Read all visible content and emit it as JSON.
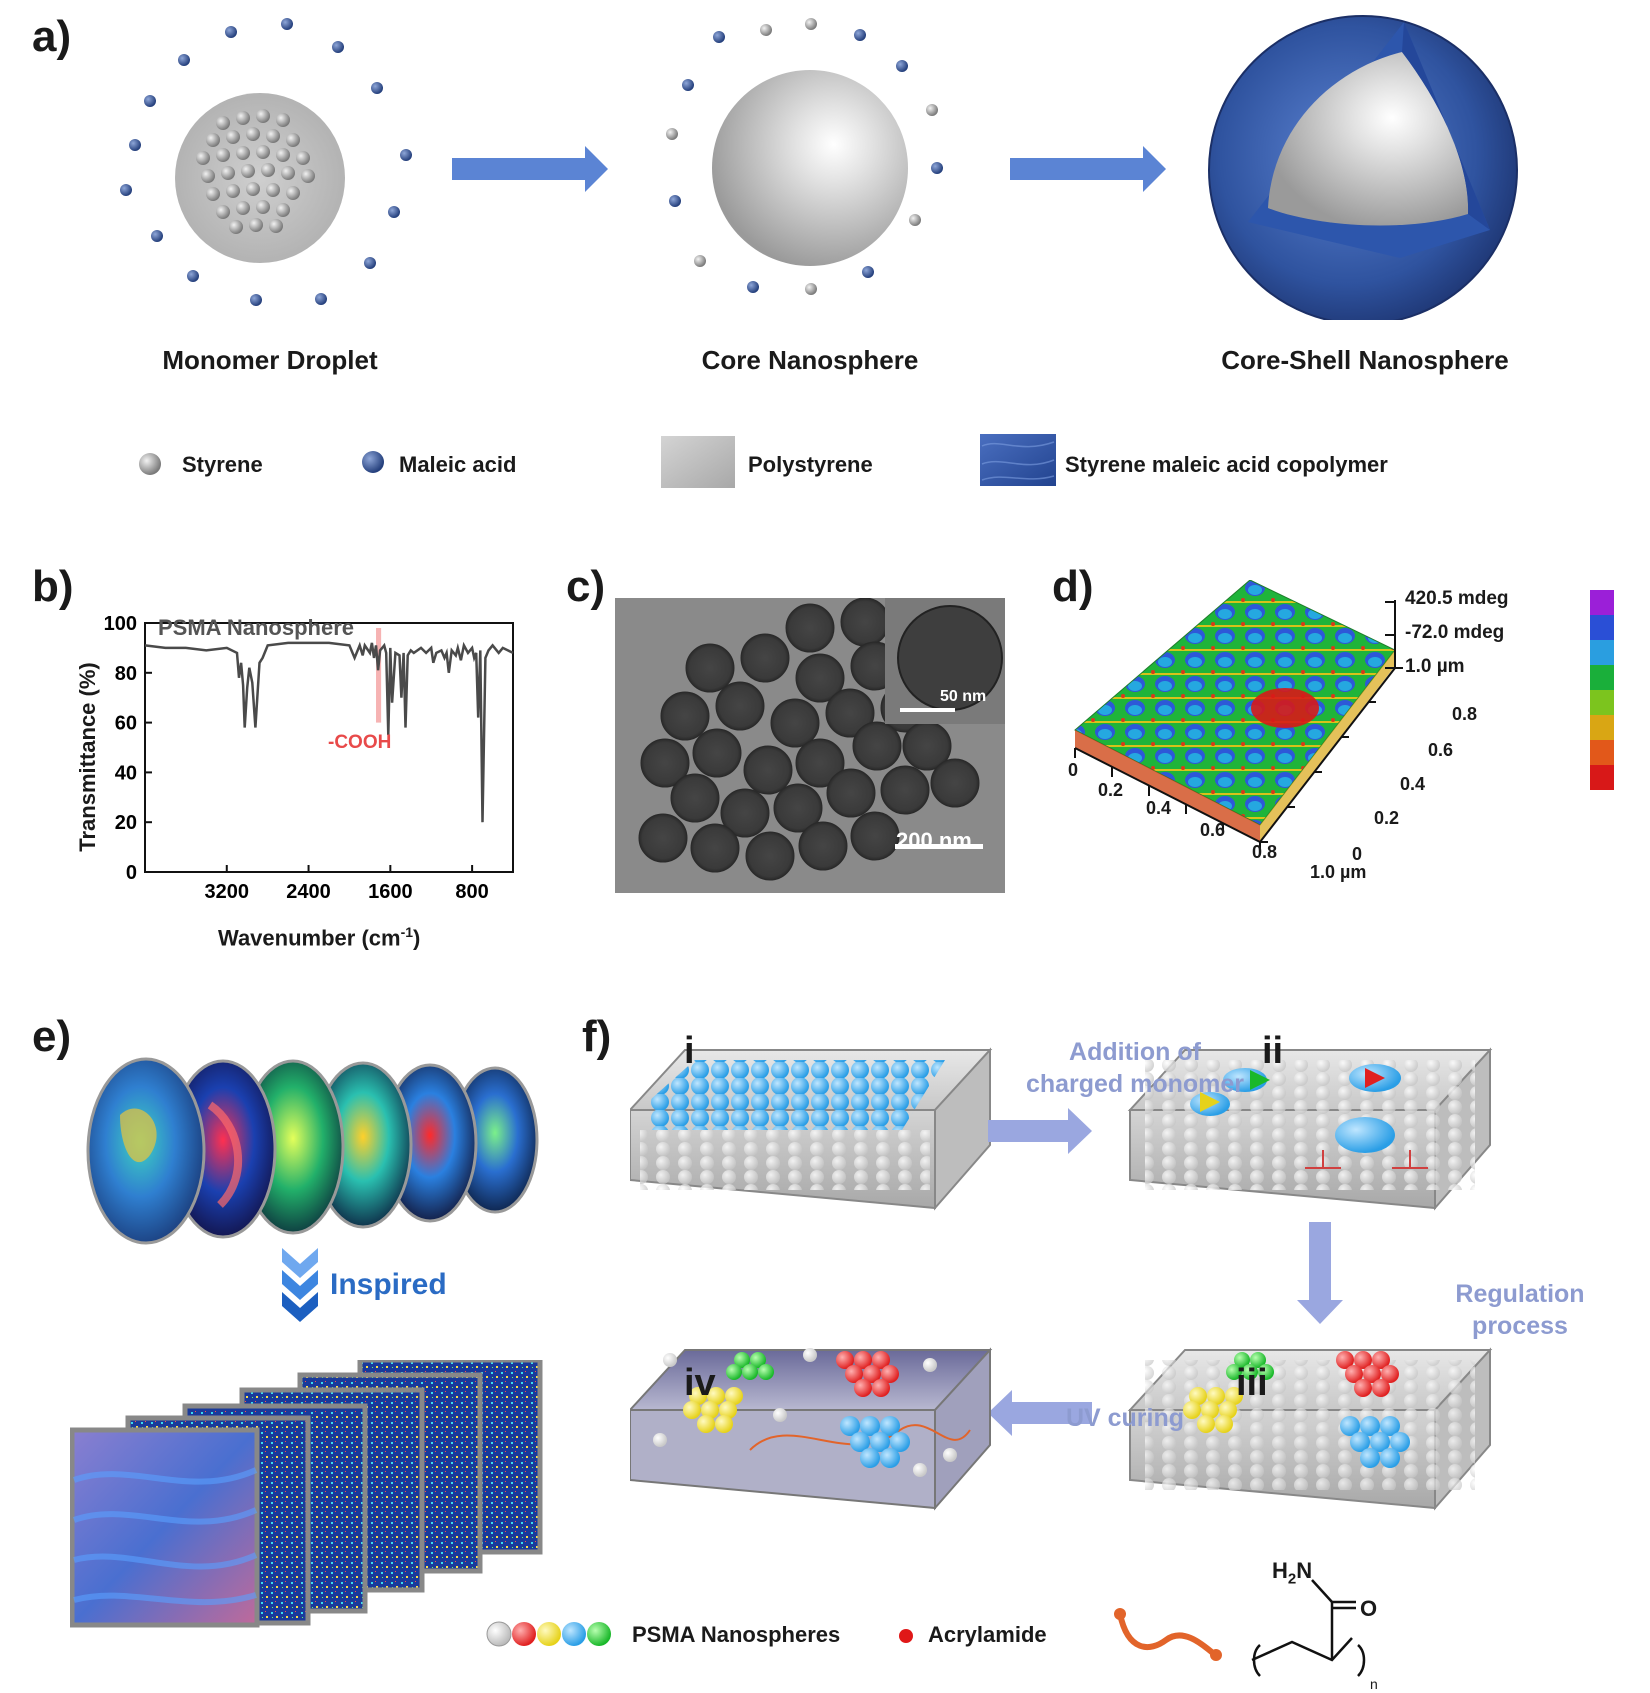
{
  "panels": {
    "a": "a)",
    "b": "b)",
    "c": "c)",
    "d": "d)",
    "e": "e)",
    "f": "f)"
  },
  "panel_a": {
    "captions": [
      "Monomer Droplet",
      "Core Nanosphere",
      "Core-Shell Nanosphere"
    ],
    "legend": {
      "styrene": "Styrene",
      "maleic_acid": "Maleic acid",
      "polystyrene": "Polystyrene",
      "copolymer": "Styrene maleic acid copolymer"
    },
    "colors": {
      "styrene": "#9a9a9a",
      "maleic_acid": "#3a5590",
      "arrow": "#5b84d4",
      "shell": "#2f4f9e"
    }
  },
  "panel_b": {
    "chart_data": {
      "type": "line",
      "title": "PSMA Nanosphere",
      "xlabel": "Wavenumber (cm",
      "xlabel_sup": "-1",
      "xlabel_end": ")",
      "ylabel": "Transmittance (%)",
      "xlim": [
        4000,
        400
      ],
      "ylim": [
        0,
        100
      ],
      "xticks": [
        "3200",
        "2400",
        "1600",
        "800"
      ],
      "yticks": [
        "0",
        "20",
        "40",
        "60",
        "80",
        "100"
      ],
      "annotation": "-COOH",
      "series": [
        {
          "x": [
            4000,
            3800,
            3600,
            3400,
            3200,
            3100,
            3080,
            3060,
            3040,
            3025,
            3000,
            2980,
            2950,
            2920,
            2880,
            2850,
            2800,
            2600,
            2400,
            2200,
            2000,
            1950,
            1900,
            1870,
            1850,
            1800,
            1780,
            1760,
            1740,
            1720,
            1700,
            1660,
            1640,
            1620,
            1600,
            1583,
            1550,
            1510,
            1492,
            1470,
            1452,
            1430,
            1400,
            1370,
            1300,
            1250,
            1200,
            1180,
            1150,
            1100,
            1070,
            1050,
            1028,
            1000,
            960,
            940,
            910,
            880,
            840,
            800,
            780,
            760,
            740,
            720,
            698,
            670,
            640,
            600,
            540,
            500,
            450,
            400
          ],
          "y": [
            91,
            90,
            90,
            89,
            90,
            88,
            78,
            84,
            75,
            58,
            74,
            82,
            76,
            58,
            84,
            86,
            91,
            92,
            92,
            92,
            91,
            86,
            91,
            87,
            91,
            88,
            92,
            86,
            91,
            81,
            89,
            91,
            88,
            55,
            90,
            68,
            88,
            87,
            70,
            88,
            58,
            87,
            89,
            88,
            90,
            88,
            90,
            84,
            88,
            89,
            86,
            88,
            80,
            89,
            87,
            90,
            85,
            91,
            88,
            90,
            86,
            88,
            62,
            89,
            20,
            86,
            89,
            91,
            88,
            90,
            89,
            88
          ]
        }
      ]
    }
  },
  "panel_c": {
    "scale_main": "200 nm",
    "scale_inset": "50 nm"
  },
  "panel_d": {
    "z_labels": [
      "420.5 mdeg",
      "-72.0 mdeg",
      "1.0 µm"
    ],
    "x_ticks": [
      "0",
      "0.2",
      "0.4",
      "0.6",
      "0.8",
      "1.0 µm"
    ],
    "y_ticks": [
      "0",
      "0.2",
      "0.4",
      "0.6",
      "0.8"
    ],
    "colorbar": [
      "#9b1fd8",
      "#2a4fd6",
      "#2a9ee0",
      "#1aaf3a",
      "#7cc41e",
      "#d9a614",
      "#e2581a",
      "#d81818"
    ]
  },
  "panel_e": {
    "inspired": "Inspired"
  },
  "panel_f": {
    "steps": [
      "i",
      "ii",
      "iii",
      "iv"
    ],
    "arrow_labels": {
      "addition": "Addition of\ncharged monomer",
      "regulation": "Regulation\nprocess",
      "uv": "UV curing"
    },
    "legend": {
      "nanospheres": "PSMA Nanospheres",
      "acrylamide": "Acrylamide",
      "chem_top": "H2N",
      "chem_o": "O",
      "chem_n": "n"
    }
  }
}
